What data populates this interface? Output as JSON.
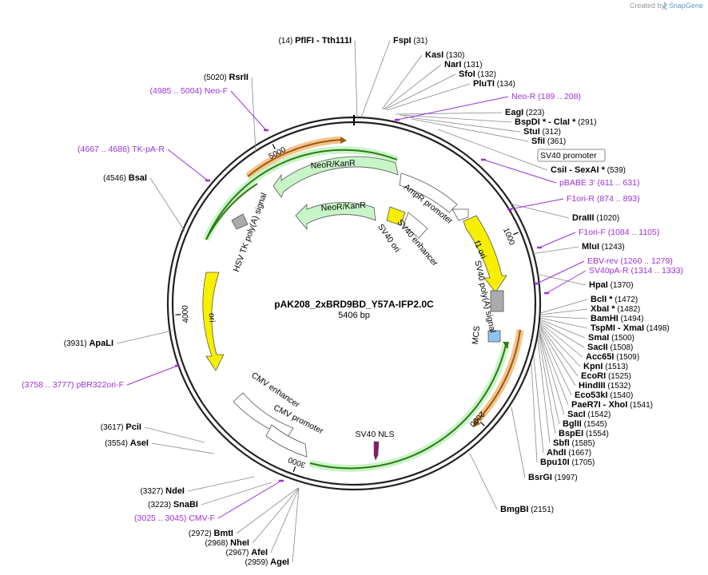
{
  "brand": {
    "created_by": "Created by",
    "name": "SnapGene"
  },
  "plasmid": {
    "name": "pAK208_2xBRD9BD_Y57A-IFP2.0C",
    "size": "5406 bp"
  },
  "ticks": [
    "1000",
    "2000",
    "3000",
    "4000",
    "5000"
  ],
  "callout": "SV40 promoter",
  "sites": [
    {
      "name": "PflFI",
      "pos": "(14)",
      "extra": "- Tth111I"
    },
    {
      "name": "FspI",
      "pos": "(31)"
    },
    {
      "name": "KasI",
      "pos": "(130)"
    },
    {
      "name": "NarI",
      "pos": "(131)"
    },
    {
      "name": "SfoI",
      "pos": "(132)"
    },
    {
      "name": "PluTI",
      "pos": "(134)"
    },
    {
      "name": "EagI",
      "pos": "(223)"
    },
    {
      "name": "BspDI *",
      "pos": "(291)",
      "extra": "- ClaI *"
    },
    {
      "name": "StuI",
      "pos": "(312)"
    },
    {
      "name": "SfiI",
      "pos": "(361)"
    },
    {
      "name": "CsiI",
      "pos": "(539)",
      "extra": "- SexAI *"
    },
    {
      "name": "DraIII",
      "pos": "(1020)"
    },
    {
      "name": "MluI",
      "pos": "(1243)"
    },
    {
      "name": "HpaI",
      "pos": "(1370)"
    },
    {
      "name": "BclI *",
      "pos": "(1472)"
    },
    {
      "name": "XbaI *",
      "pos": "(1482)"
    },
    {
      "name": "BamHI",
      "pos": "(1494)"
    },
    {
      "name": "TspMI",
      "pos": "(1498)",
      "extra": "- XmaI"
    },
    {
      "name": "SmaI",
      "pos": "(1500)"
    },
    {
      "name": "SacII",
      "pos": "(1508)"
    },
    {
      "name": "Acc65I",
      "pos": "(1509)"
    },
    {
      "name": "KpnI",
      "pos": "(1513)"
    },
    {
      "name": "EcoRI",
      "pos": "(1525)"
    },
    {
      "name": "HindIII",
      "pos": "(1532)"
    },
    {
      "name": "Eco53kI",
      "pos": "(1540)"
    },
    {
      "name": "PaeR7I",
      "pos": "(1541)",
      "extra": "- XhoI"
    },
    {
      "name": "SacI",
      "pos": "(1542)"
    },
    {
      "name": "BglII",
      "pos": "(1545)"
    },
    {
      "name": "BspEI",
      "pos": "(1554)"
    },
    {
      "name": "SbfI",
      "pos": "(1585)"
    },
    {
      "name": "AhdI",
      "pos": "(1667)"
    },
    {
      "name": "Bpu10I",
      "pos": "(1705)"
    },
    {
      "name": "BsrGI",
      "pos": "(1997)"
    },
    {
      "name": "BmgBI",
      "pos": "(2151)"
    },
    {
      "name": "AgeI",
      "pos": "(2959)"
    },
    {
      "name": "AfeI",
      "pos": "(2967)"
    },
    {
      "name": "NheI",
      "pos": "(2968)"
    },
    {
      "name": "BmtI",
      "pos": "(2972)"
    },
    {
      "name": "SnaBI",
      "pos": "(3223)"
    },
    {
      "name": "NdeI",
      "pos": "(3327)"
    },
    {
      "name": "AseI",
      "pos": "(3554)"
    },
    {
      "name": "PciI",
      "pos": "(3617)"
    },
    {
      "name": "ApaLI",
      "pos": "(3931)"
    },
    {
      "name": "BsaI",
      "pos": "(4546)"
    },
    {
      "name": "RsrII",
      "pos": "(5020)"
    }
  ],
  "primers": [
    {
      "name": "Neo-R",
      "range": "(189 .. 208)"
    },
    {
      "name": "pBABE 3'",
      "range": "(611 .. 631)"
    },
    {
      "name": "F1ori-R",
      "range": "(874 .. 893)"
    },
    {
      "name": "F1ori-F",
      "range": "(1084 .. 1105)"
    },
    {
      "name": "EBV-rev",
      "range": "(1260 .. 1279)"
    },
    {
      "name": "SV40pA-R",
      "range": "(1314 .. 1333)"
    },
    {
      "name": "CMV-F",
      "range": "(3025 .. 3045)"
    },
    {
      "name": "pBR322ori-F",
      "range": "(3758 .. 3777)"
    },
    {
      "name": "TK-pA-R",
      "range": "(4667 .. 4686)"
    },
    {
      "name": "Neo-F",
      "range": "(4985 .. 5004)"
    }
  ],
  "features": [
    {
      "name": "AmpR promoter"
    },
    {
      "name": "f1 ori"
    },
    {
      "name": "SV40 poly(A) signal"
    },
    {
      "name": "MCS"
    },
    {
      "name": "SV40 NLS"
    },
    {
      "name": "CMV enhancer"
    },
    {
      "name": "CMV promoter"
    },
    {
      "name": "ori"
    },
    {
      "name": "HSV TK poly(A) signal"
    },
    {
      "name": "NeoR/KanR"
    },
    {
      "name": "NeoR/KanR"
    },
    {
      "name": "SV40 ori"
    },
    {
      "name": "SV40 enhancer"
    }
  ],
  "colors": {
    "yellow": "#f7ef00",
    "green_arrow": "#c8f5c8",
    "orange_glow": "#f5c48a",
    "primer": "#9b30d9",
    "backbone": "#222222"
  }
}
